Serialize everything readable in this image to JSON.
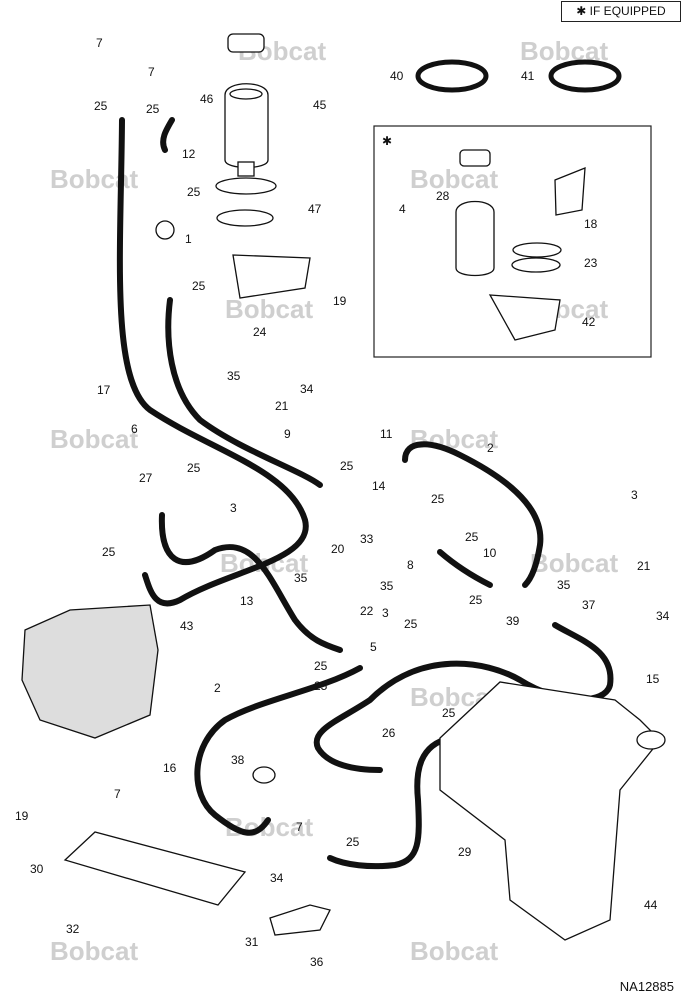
{
  "legend": {
    "if_equipped": "✱ IF EQUIPPED"
  },
  "figure_code": "NA12885",
  "inset_marker": "✱",
  "watermark_text": "Bobcat",
  "callouts": [
    "1",
    "2",
    "2",
    "3",
    "3",
    "3",
    "4",
    "5",
    "6",
    "7",
    "7",
    "7",
    "7",
    "8",
    "9",
    "10",
    "11",
    "12",
    "13",
    "14",
    "15",
    "16",
    "17",
    "18",
    "19",
    "19",
    "20",
    "21",
    "21",
    "22",
    "23",
    "24",
    "25",
    "25",
    "25",
    "25",
    "25",
    "25",
    "25",
    "25",
    "25",
    "25",
    "25",
    "25",
    "25",
    "25",
    "25",
    "26",
    "27",
    "28",
    "29",
    "30",
    "31",
    "32",
    "33",
    "34",
    "34",
    "34",
    "35",
    "35",
    "35",
    "35",
    "36",
    "37",
    "38",
    "39",
    "40",
    "41",
    "42",
    "43",
    "44",
    "45",
    "46",
    "47"
  ]
}
